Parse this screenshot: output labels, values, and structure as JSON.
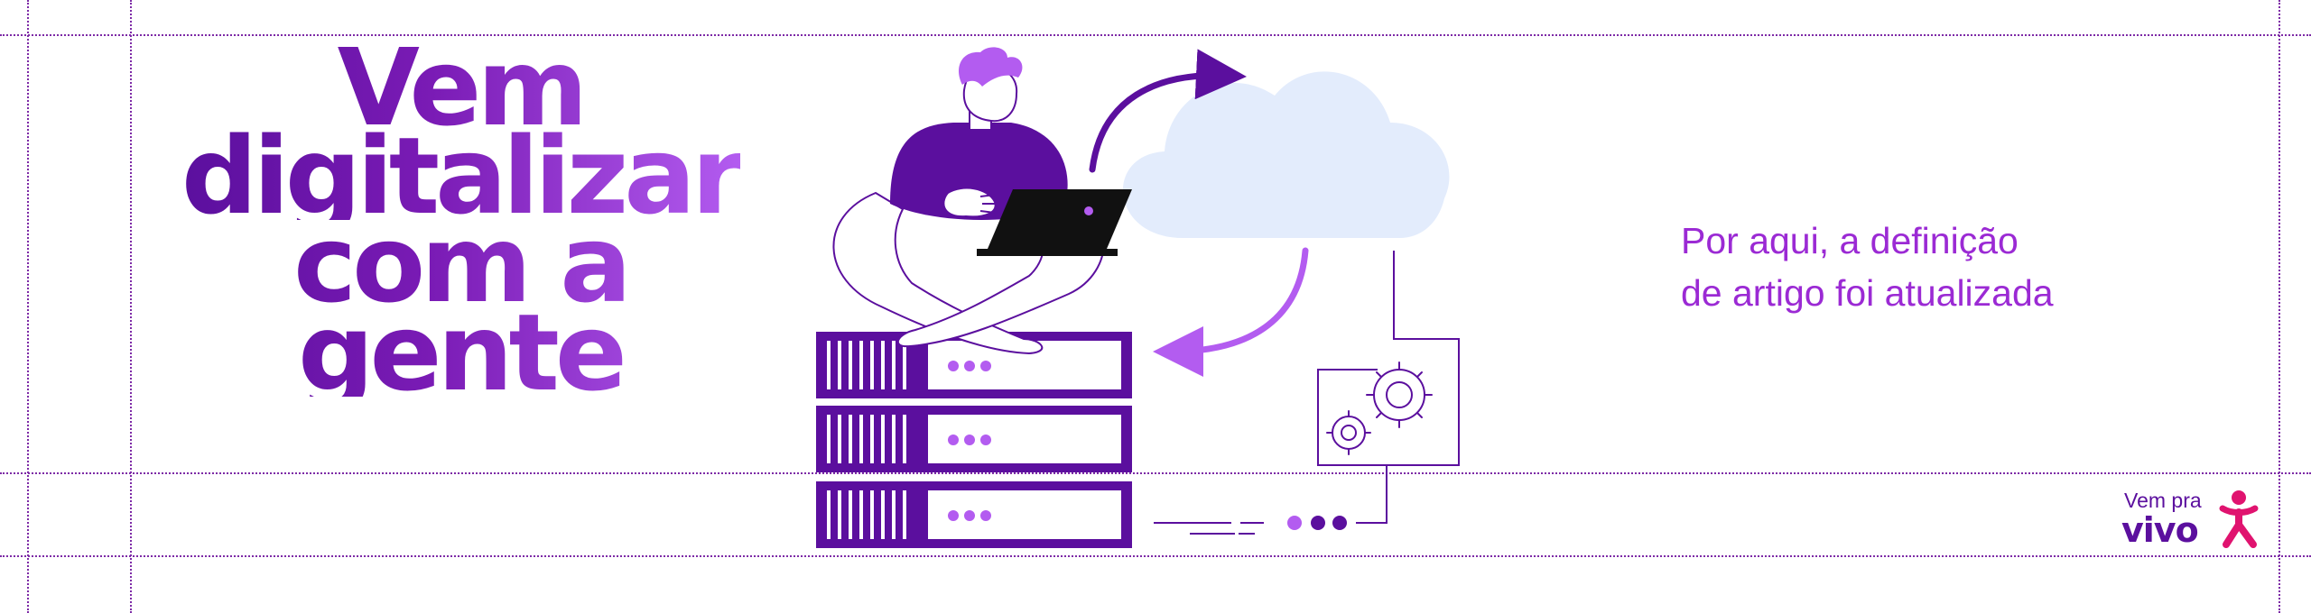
{
  "banner": {
    "headline_lines": [
      "Vem",
      "digitalizar",
      "com a",
      "gente"
    ],
    "tagline_lines": [
      "Por aqui, a definição",
      "de artigo foi atualizada"
    ]
  },
  "logo": {
    "small_text": "Vem pra",
    "brand_text": "vivo"
  },
  "colors": {
    "brand_purple": "#5b0f9e",
    "accent_purple": "#9b2ad4",
    "light_purple": "#b35cf0",
    "cloud_blue": "#e3ecfc",
    "guide_line": "#7d2aa6",
    "logo_pink": "#e0136f"
  },
  "icons": [
    "person-icon",
    "laptop-icon",
    "cloud-icon",
    "server-stack-icon",
    "gears-icon",
    "sync-arrow-icon",
    "vivo-logo-icon"
  ]
}
